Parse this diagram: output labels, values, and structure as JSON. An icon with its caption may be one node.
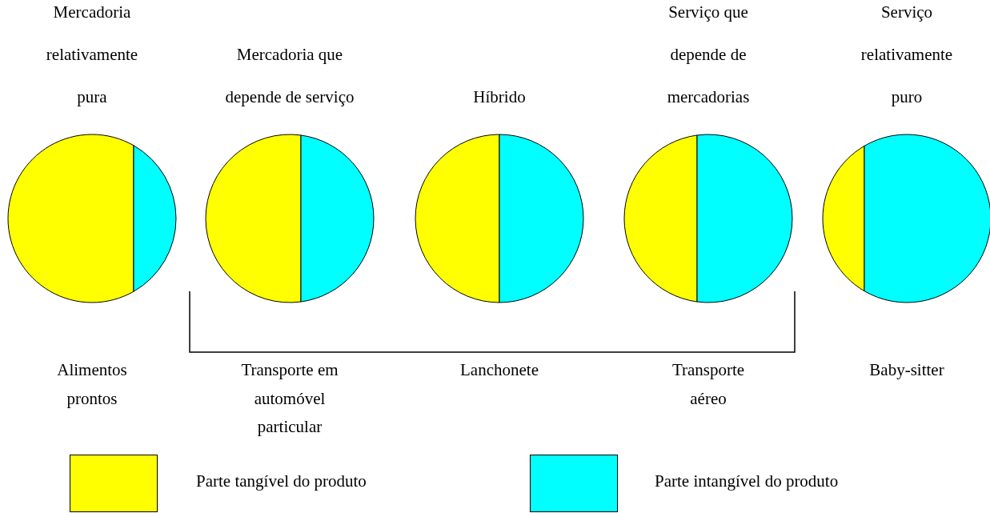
{
  "diagram": {
    "nodes": [
      {
        "text": [
          "Mercadoria relativamente pura"
        ],
        "beside": [
          "Alimentos prontos"
        ]
      },
      {
        "text": [
          "Mercadoria que depende de serviço"
        ],
        "beside": [
          "Transporte em automóvel particular"
        ]
      },
      {
        "text": [
          "Híbrido"
        ],
        "beside": [
          "Lanchonete"
        ]
      },
      {
        "text": [
          "Serviço que depende de mercadorias"
        ],
        "beside": [
          "Transporte aéreo"
        ]
      },
      {
        "text": [
          "Serviço relativamente puro"
        ],
        "beside": [
          "Baby-sitter"
        ]
      }
    ],
    "legend": [
      {
        "text": "Parte tangível do produto",
        "color": "#ffff00"
      },
      {
        "text": "Parte intangível do produto",
        "color": "#00ffff"
      }
    ]
  }
}
